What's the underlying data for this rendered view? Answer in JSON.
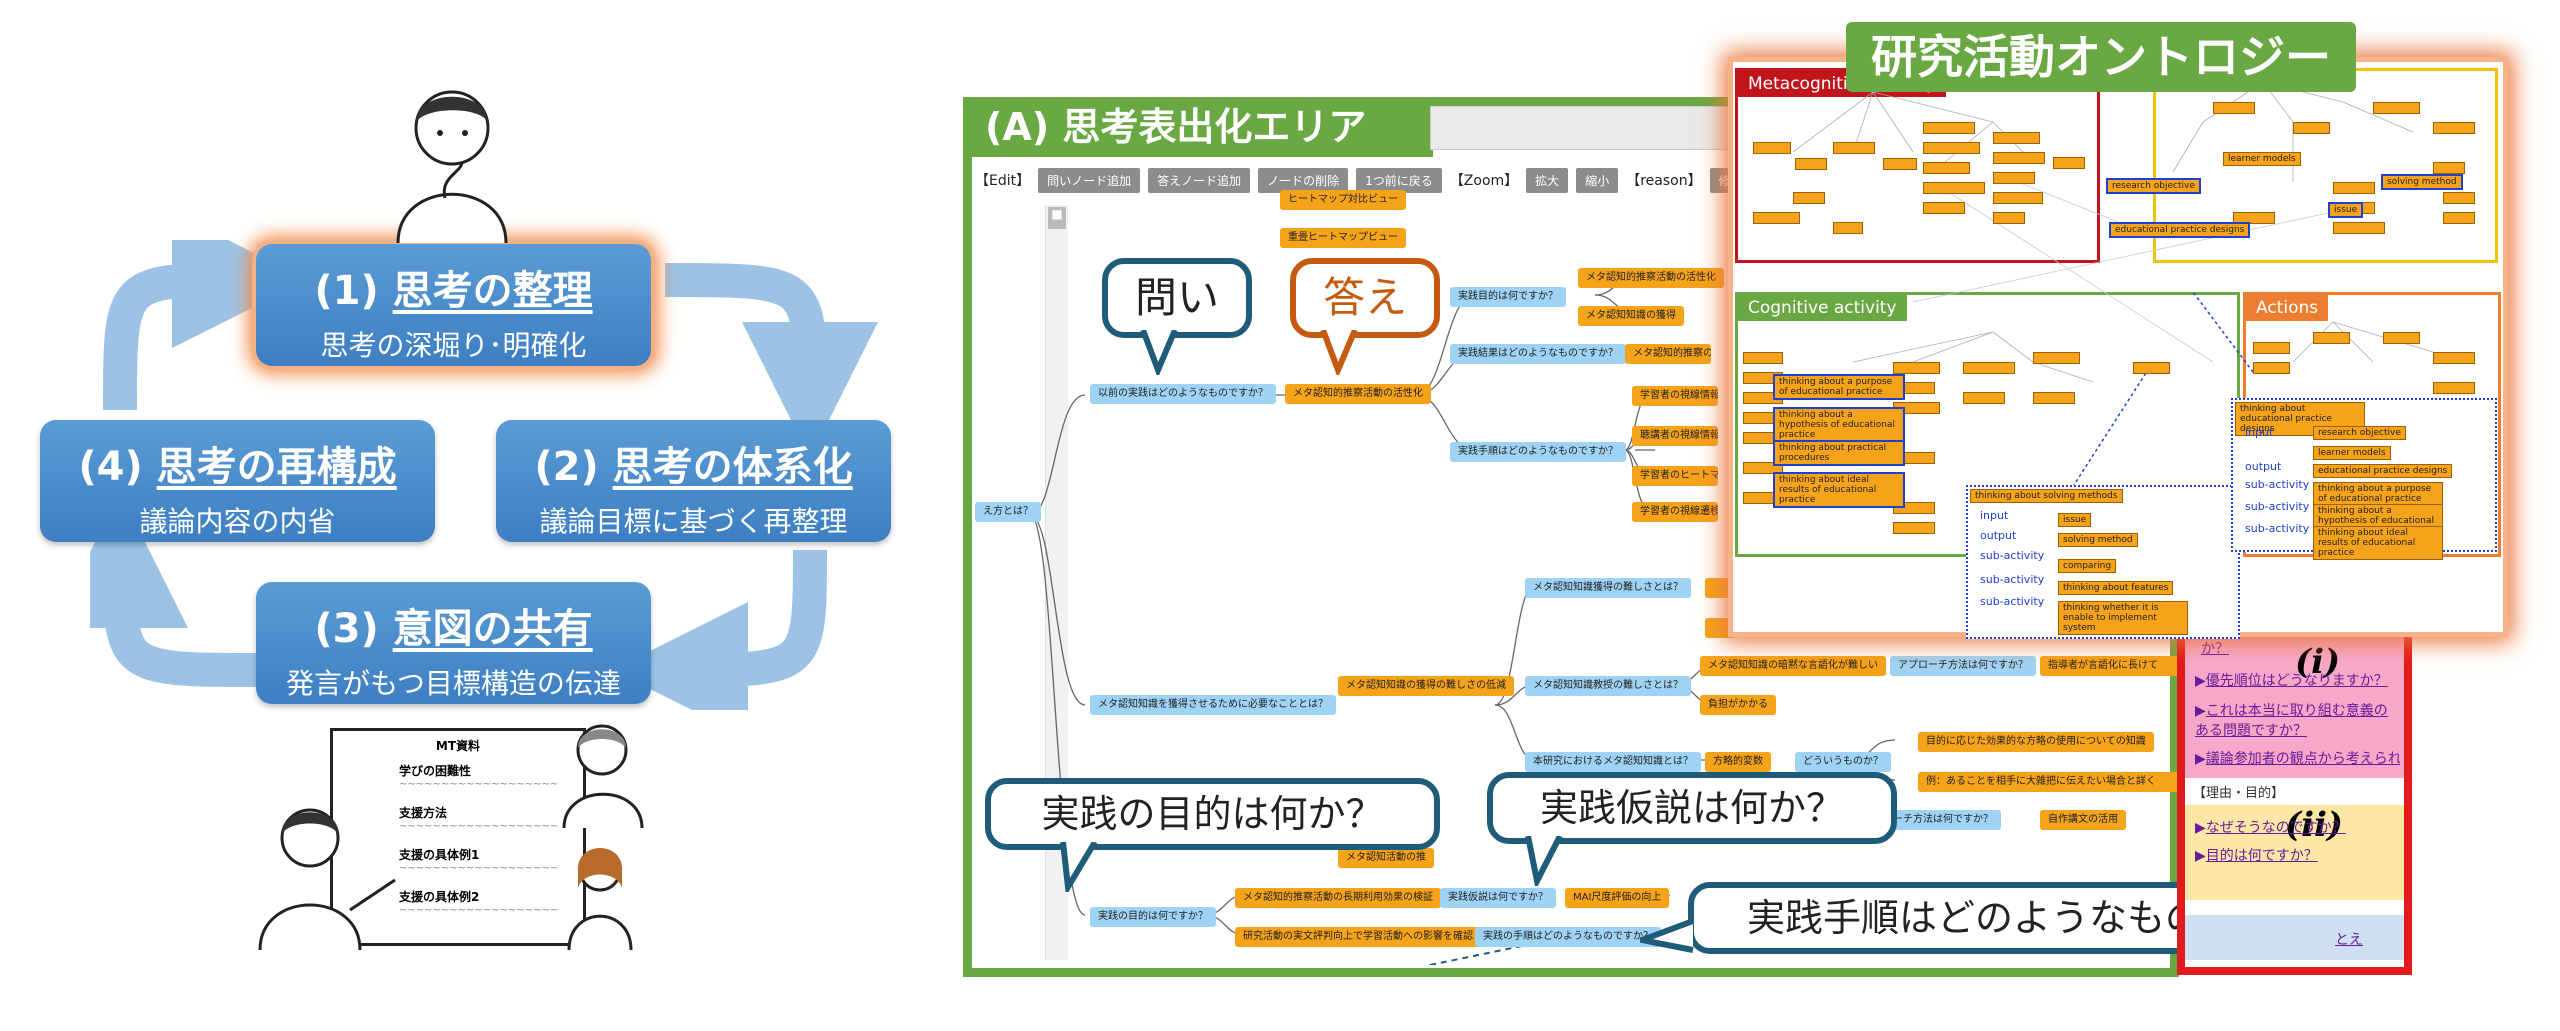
{
  "cycle": {
    "step1": {
      "title_prefix": "(1) ",
      "title": "思考の整理",
      "sub": "思考の深堀り･明確化"
    },
    "step2": {
      "title_prefix": "(2) ",
      "title": "思考の体系化",
      "sub": "議論目標に基づく再整理"
    },
    "step3": {
      "title_prefix": "(3) ",
      "title": "意図の共有",
      "sub": "発言がもつ目標構造の伝達"
    },
    "step4": {
      "title_prefix": "(4) ",
      "title": "思考の再構成",
      "sub": "議論内容の内省"
    }
  },
  "whiteboard": {
    "title": "MT資料",
    "items": [
      "学びの困難性",
      "支援方法",
      "支援の具体例1",
      "支援の具体例2"
    ]
  },
  "panelA": {
    "title": "(A) 思考表出化エリア",
    "toolbar": {
      "edit_label": "【Edit】",
      "add_question": "問いノード追加",
      "add_answer": "答えノード追加",
      "delete_node": "ノードの削除",
      "undo": "1つ前に戻る",
      "zoom_label": "【Zoom】",
      "zoom_in": "拡大",
      "zoom_out": "縮小",
      "reason_label": "【reason】",
      "fix_reason": "修正理由の"
    },
    "bubbles": {
      "question": "問い",
      "answer": "答え",
      "purpose": "実践の目的は何か？",
      "hypothesis": "実践仮説は何か？",
      "procedure": "実践手順はどのようなものか？"
    },
    "nodes": {
      "n_heatmap1": "ヒートマップ対比ビュー",
      "n_heatmap2": "重畳ヒートマップビュー",
      "n_q_past": "以前の実践はどのようなものですか？",
      "n_a_active": "メタ認知的推察活動の活性化",
      "n_q_goal": "実践目的は何ですか？",
      "n_a_goal1": "メタ認知的推察活動の活性化",
      "n_a_goal2": "メタ認知知識の獲得",
      "n_q_result": "実践結果はどのようなものですか？",
      "n_a_result": "メタ認知的推察の",
      "n_q_method": "実践手順はどのようなものですか？",
      "n_a_m1": "学習者の視線情報取",
      "n_a_m2": "聴講者の視線情報取",
      "n_a_m3": "学習者のヒートマップ",
      "n_a_m4": "学習者の視線遷移を",
      "n_root": "え方とは？",
      "n_q_diff1": "メタ認知知識獲得の難しさとは？",
      "n_q_need": "メタ認知知識を獲得させるために必要なこととは？",
      "n_a_diff": "メタ認知知識の獲得の難しさの低減",
      "n_q_diff2": "メタ認知知識教授の難しさとは？",
      "n_a_tacit": "メタ認知知識の暗黙な言語化が難しい",
      "n_q_approach": "アプローチ方法は何ですか？",
      "n_a_teacher": "指導者が言語化に長けて",
      "n_a_burden": "負担がかかる",
      "n_q_research": "本研究におけるメタ認知知識とは？",
      "n_a_strategy": "方略的変数",
      "n_q_what": "どういうものか？",
      "n_a_know1": "目的に応じた効果的な方略の使用についての知識",
      "n_a_know2": "例：あることを相手に大雑把に伝えたい場合と詳く",
      "n_q_approach2": "アプローチ方法は何ですか？",
      "n_a_apply": "自作講文の活用",
      "n_a_meta": "メタ認知活動の推",
      "n_q_purpose": "実践の目的は何ですか？",
      "n_a_p1": "メタ認知的推察活動の長期利用効果の検証",
      "n_a_p2": "研究活動の実文評判向上で学習活動への影響を確認",
      "n_q_hyp": "実践仮説は何ですか？",
      "n_a_hyp": "MAI尺度評価の向上",
      "n_q_proc": "実践の手順はどのようなものですか？"
    }
  },
  "ontology": {
    "title": "研究活動オントロジー",
    "sections": {
      "metacog": "Metacognitive activity",
      "cognitive": "Cognitive activity",
      "actions": "Actions"
    },
    "labels": {
      "research_objective": "research objective",
      "learner_models": "learner models",
      "solving_method": "solving method",
      "issue": "issue",
      "edu_designs": "educational practice designs",
      "think_purpose": "thinking about a purpose of educational practice",
      "think_hypothesis": "thinking about a hypothesis of educational practice",
      "think_practical": "thinking about practical procedures",
      "think_ideal": "thinking about ideal results of educational practice",
      "think_solving": "thinking about solving methods",
      "input": "input",
      "output": "output",
      "sub_activity": "sub-activity",
      "comparing": "comparing",
      "think_features": "thinking about features",
      "think_whether": "thinking whether it is enable to implement system",
      "think_edu_designs": "thinking about educational practice designs",
      "ppl_designs": "educational practice designs",
      "ppl_research": "research objective",
      "ppl_learner": "learner models"
    }
  },
  "rightPanel": {
    "link1": "優先順位はどうなりますか？",
    "link2": "これは本当に取り組む意義のある問題ですか？",
    "link3": "議論参加者の観点から考えられて",
    "label_reason": "【理由・目的】",
    "link4": "なぜそうなのですか？",
    "link5": "目的は何ですか？",
    "link6": "とえ",
    "marker_i": "(i)",
    "marker_ii": "(ii)",
    "frag_q": "か？"
  }
}
